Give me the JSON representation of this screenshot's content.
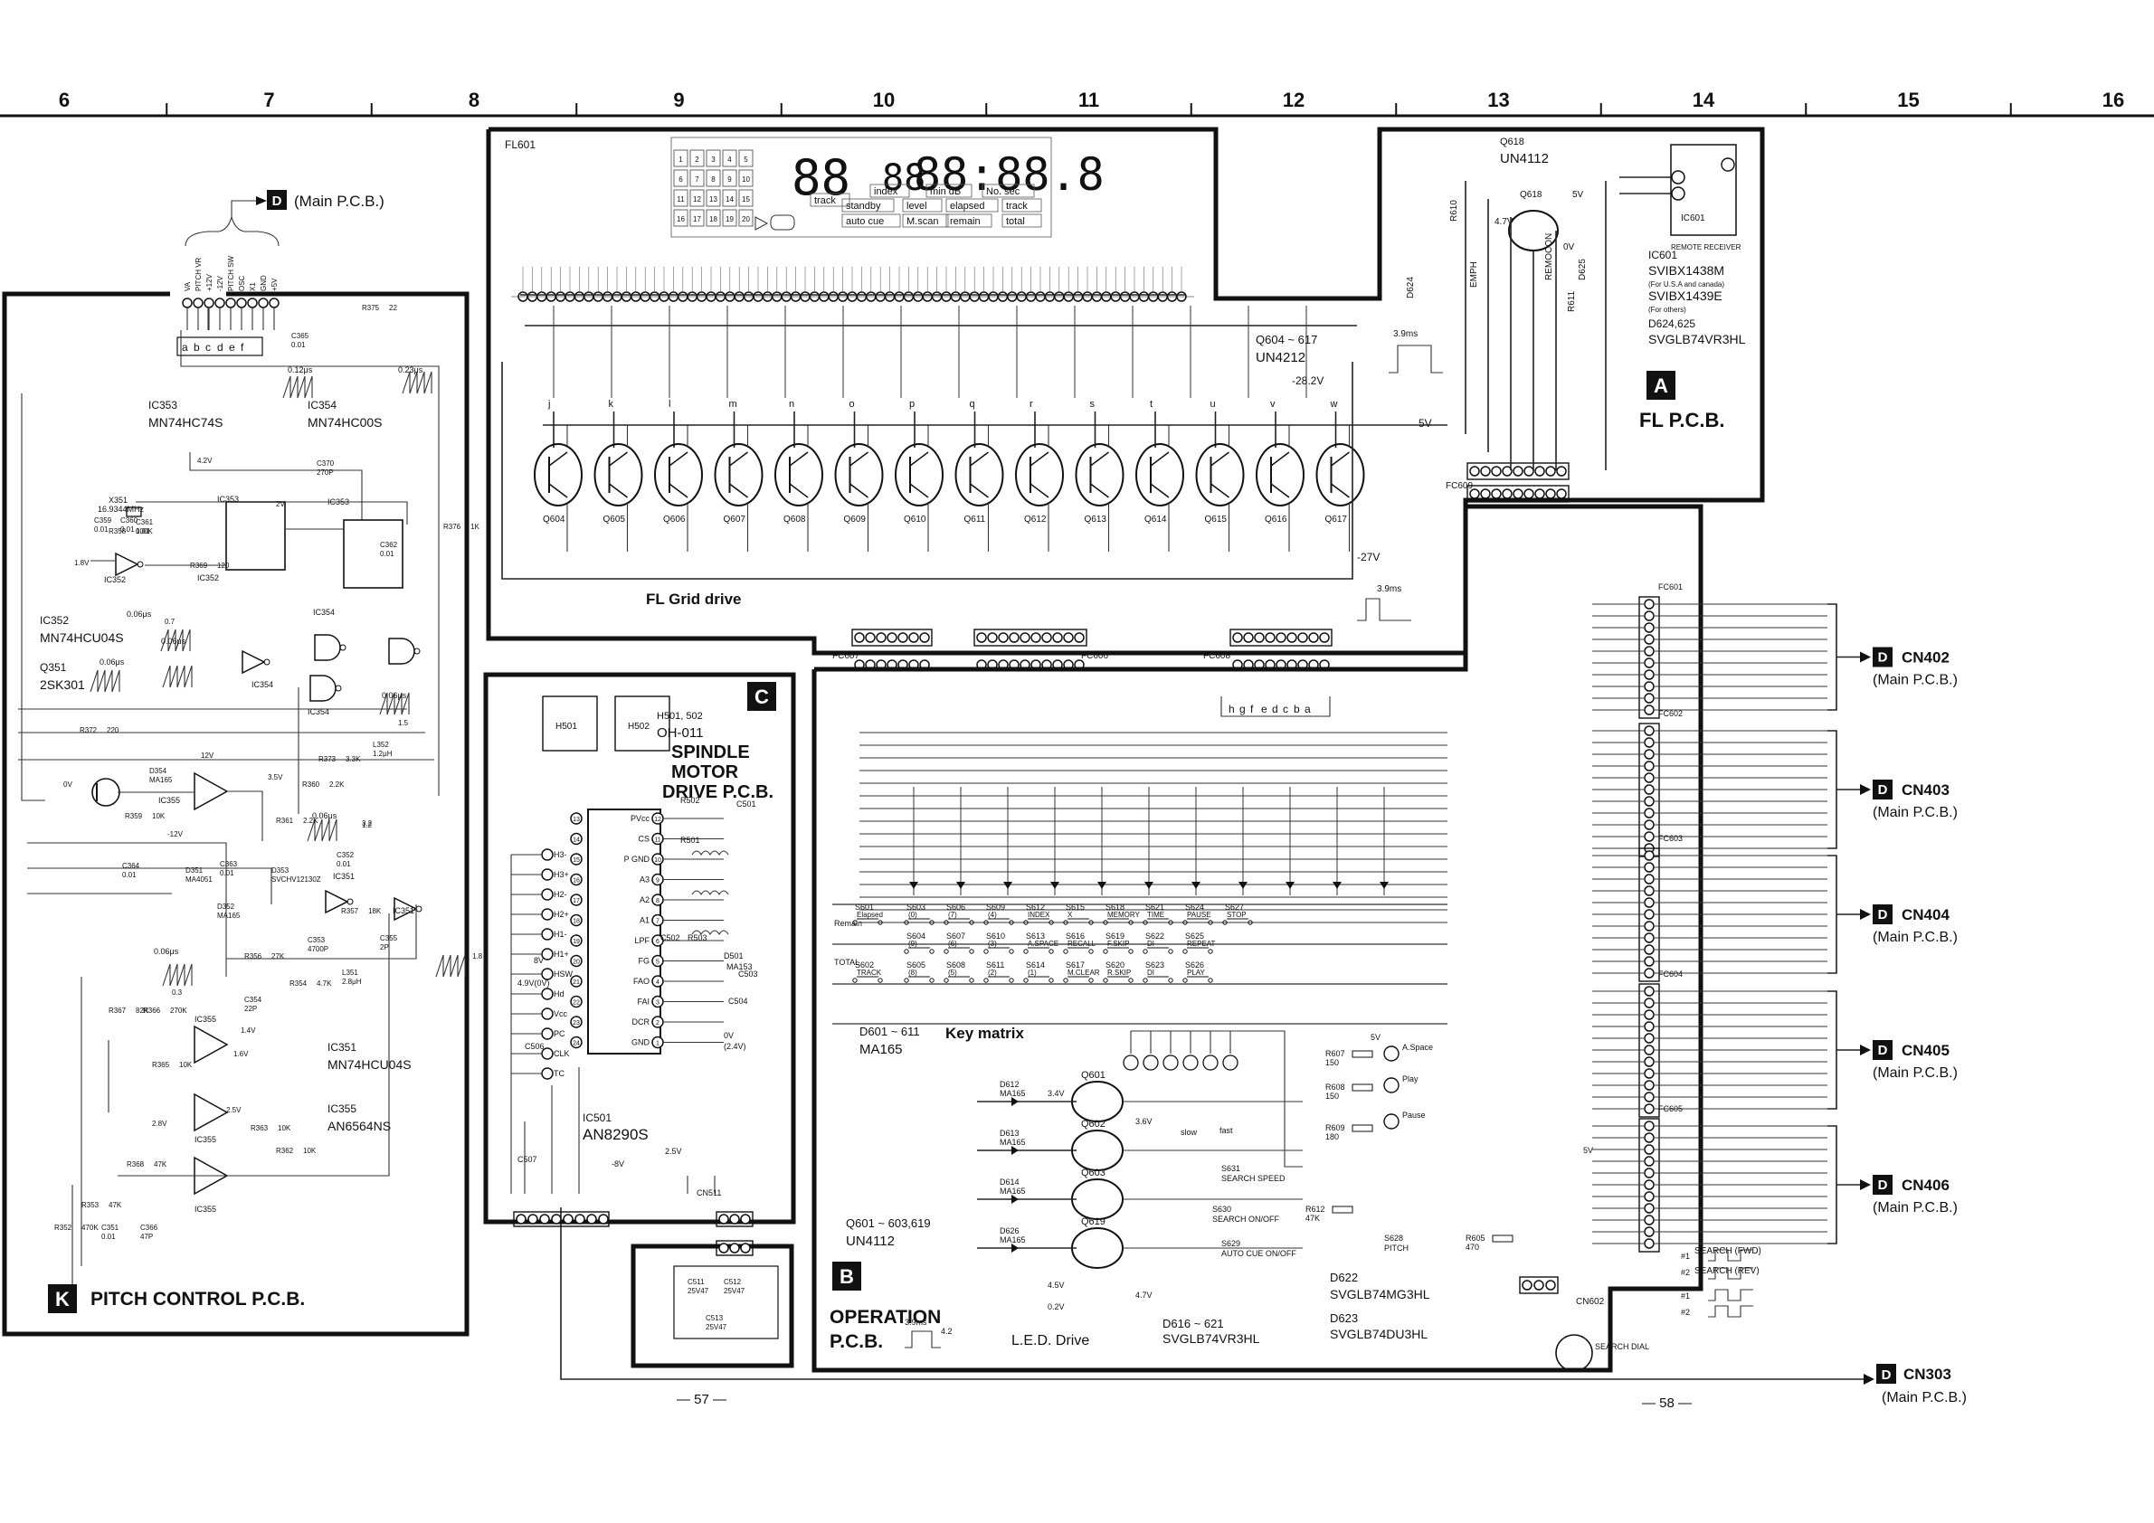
{
  "grid_columns": [
    "6",
    "7",
    "8",
    "9",
    "10",
    "11",
    "12",
    "13",
    "14",
    "15",
    "16"
  ],
  "boards": {
    "fl": {
      "letter": "A",
      "title": "FL P.C.B."
    },
    "operation": {
      "letter": "B",
      "title_line1": "OPERATION",
      "title_line2": "P.C.B."
    },
    "spindle": {
      "letter": "C",
      "title_line1": "SPINDLE",
      "title_line2": "MOTOR",
      "title_line3": "DRIVE P.C.B."
    },
    "main_ref": {
      "letter": "D",
      "title": "(Main P.C.B.)"
    },
    "pitch": {
      "letter": "K",
      "title": "PITCH CONTROL P.C.B."
    }
  },
  "fl_display": {
    "label": "FL601",
    "segment_digits": [
      "88",
      "88",
      "88:88.8"
    ],
    "tile_numbers": [
      "1",
      "2",
      "3",
      "4",
      "5",
      "6",
      "7",
      "8",
      "9",
      "10",
      "11",
      "12",
      "13",
      "14",
      "15",
      "16",
      "17",
      "18",
      "19",
      "20"
    ],
    "indicators": [
      "track",
      "index",
      "min dB",
      "No. sec",
      "standby",
      "level",
      "elapsed",
      "track",
      "auto cue",
      "M.scan",
      "remain",
      "total"
    ]
  },
  "fl_section": {
    "grid_drive_title": "FL Grid drive",
    "transistor_range": "Q604 ~ 617",
    "transistor_part": "UN4212",
    "transistors": [
      "Q604",
      "Q605",
      "Q606",
      "Q607",
      "Q608",
      "Q609",
      "Q610",
      "Q611",
      "Q612",
      "Q613",
      "Q614",
      "Q615",
      "Q616",
      "Q617"
    ],
    "grid_letters": [
      "j",
      "k",
      "l",
      "m",
      "n",
      "o",
      "p",
      "q",
      "r",
      "s",
      "t",
      "u",
      "v",
      "w"
    ],
    "voltage_neg28": "-28.2V",
    "voltage_neg27": "-27V",
    "voltage_5v": "5V",
    "waveform_time": "3.9ms",
    "connectors": [
      "FC607",
      "FC606",
      "FC608",
      "FC609"
    ],
    "bottom_letters": [
      "h",
      "g",
      "f",
      "e",
      "d",
      "c",
      "b",
      "a"
    ]
  },
  "remote": {
    "q618_label": "Q618",
    "q618_part": "UN4112",
    "ic601": "IC601",
    "remote_receiver": "REMOTE RECEIVER",
    "parts": [
      "IC601",
      "SVIBX1438M",
      "(For U.S.A and canada)",
      "SVIBX1439E",
      "(For others)",
      "D624,625",
      "SVGLB74VR3HL"
    ],
    "d624": "D624",
    "emph": "EMPH",
    "remocon": "REMOCON",
    "d625": "D625",
    "r610": "R610",
    "r611": "R611",
    "v47": "4.7V",
    "v5": "5V",
    "v0": "0V"
  },
  "connectors_right": [
    {
      "fc": "FC601",
      "cn": "CN402",
      "sub": "(Main P.C.B.)"
    },
    {
      "fc": "FC602",
      "cn": "CN403",
      "sub": "(Main P.C.B.)"
    },
    {
      "fc": "FC603",
      "cn": "CN404",
      "sub": "(Main P.C.B.)"
    },
    {
      "fc": "FC604",
      "cn": "CN405",
      "sub": "(Main P.C.B.)"
    },
    {
      "fc": "FC605",
      "cn": "CN406",
      "sub": "(Main P.C.B.)"
    }
  ],
  "cn303": {
    "cn": "CN303",
    "sub": "(Main P.C.B.)"
  },
  "operation": {
    "key_matrix_title": "Key matrix",
    "diode_part_range": "D601 ~ 611",
    "diode_part": "MA165",
    "keys": [
      {
        "ref": "S601",
        "name": "Elapsed"
      },
      {
        "ref": "S602",
        "name": "TRACK"
      },
      {
        "ref": "S603",
        "name": "(0)"
      },
      {
        "ref": "S604",
        "name": "(9)"
      },
      {
        "ref": "S605",
        "name": "(8)"
      },
      {
        "ref": "S606",
        "name": "(7)"
      },
      {
        "ref": "S607",
        "name": "(6)"
      },
      {
        "ref": "S608",
        "name": "(5)"
      },
      {
        "ref": "S609",
        "name": "(4)"
      },
      {
        "ref": "S610",
        "name": "(3)"
      },
      {
        "ref": "S611",
        "name": "(2)"
      },
      {
        "ref": "S612",
        "name": "INDEX"
      },
      {
        "ref": "S613",
        "name": "A.SPACE"
      },
      {
        "ref": "S614",
        "name": "(1)"
      },
      {
        "ref": "S615",
        "name": "X"
      },
      {
        "ref": "S616",
        "name": "RECALL"
      },
      {
        "ref": "S617",
        "name": "M.CLEAR"
      },
      {
        "ref": "S618",
        "name": "MEMORY"
      },
      {
        "ref": "S619",
        "name": "F.SKIP"
      },
      {
        "ref": "S620",
        "name": "R.SKIP"
      },
      {
        "ref": "S621",
        "name": "TIME"
      },
      {
        "ref": "S622",
        "name": "DI"
      },
      {
        "ref": "S623",
        "name": "DI"
      },
      {
        "ref": "S624",
        "name": "PAUSE"
      },
      {
        "ref": "S625",
        "name": "REPEAT"
      },
      {
        "ref": "S626",
        "name": "PLAY"
      },
      {
        "ref": "S627",
        "name": "STOP"
      }
    ],
    "remain_label": "Remain",
    "total_label": "TOTAL",
    "led_drive_title": "L.E.D. Drive",
    "led_transistors": [
      "Q601",
      "Q602",
      "Q603",
      "Q619"
    ],
    "led_diodes": [
      {
        "ref": "D612",
        "part": "MA165"
      },
      {
        "ref": "D613",
        "part": "MA165"
      },
      {
        "ref": "D614",
        "part": "MA165"
      },
      {
        "ref": "D626",
        "part": "MA165"
      }
    ],
    "led_voltages": [
      "3.4V",
      "3.6V",
      "4.5V",
      "4.7V",
      "0.2V"
    ],
    "q_part_range": "Q601 ~ 603,619",
    "q_part": "UN4112",
    "led_diode_range": "D616 ~ 621",
    "led_diode_part": "SVGLB74VR3HL",
    "d622": "D622",
    "d622_part": "SVGLB74MG3HL",
    "d623": "D623",
    "d623_part": "SVGLB74DU3HL",
    "d621": "A.Space",
    "d622_name": "Play",
    "d623_name": "Pause",
    "switches": [
      {
        "ref": "S631",
        "name": "SEARCH SPEED"
      },
      {
        "ref": "S630",
        "name": "SEARCH ON/OFF"
      },
      {
        "ref": "S629",
        "name": "AUTO CUE ON/OFF"
      },
      {
        "ref": "S628",
        "name": "PITCH"
      }
    ],
    "slow": "slow",
    "fast": "fast",
    "resistors": [
      "R607",
      "R608",
      "R609",
      "R612",
      "R605"
    ],
    "r_values": [
      "150",
      "150",
      "180",
      "47K",
      "470"
    ],
    "cn602": "CN602",
    "search_dial": "SEARCH DIAL",
    "search_fwd": "SEARCH (FWD)",
    "search_rev": "SEARCH (REV)",
    "ch1": "#1",
    "ch2": "#2",
    "wave_time": "3.9ms",
    "wave_level": "4.2",
    "v5": "5V"
  },
  "spindle": {
    "h501_502": "H501, 502",
    "hall_part": "OH-011",
    "h501": "H501",
    "h502": "H502",
    "ic501": "IC501",
    "ic501_part": "AN8290S",
    "ic_pins": [
      {
        "n": "13",
        "name": "PVcc",
        "r": "12"
      },
      {
        "n": "14",
        "name": "CS",
        "r": "11"
      },
      {
        "n": "15",
        "name": "P GND",
        "r": "10"
      },
      {
        "n": "16",
        "name": "A3",
        "r": "9"
      },
      {
        "n": "17",
        "name": "A2",
        "r": "8"
      },
      {
        "n": "18",
        "name": "A1",
        "r": "7"
      },
      {
        "n": "19",
        "name": "LPF",
        "r": "6"
      },
      {
        "n": "20",
        "name": "FG",
        "r": "5"
      },
      {
        "n": "21",
        "name": "FAO",
        "r": "4"
      },
      {
        "n": "22",
        "name": "FAI",
        "r": "3"
      },
      {
        "n": "23",
        "name": "DCR",
        "r": "2"
      },
      {
        "n": "24",
        "name": "GND",
        "r": "1"
      }
    ],
    "left_pins": [
      "H3-",
      "H3+",
      "H2-",
      "H2+",
      "H1-",
      "H1+",
      "HSW",
      "Hd",
      "Vcc",
      "PC",
      "CLK",
      "TC"
    ],
    "cn511": "CN511",
    "caps": [
      "C511",
      "C512",
      "C513"
    ],
    "cap_values": [
      "25V47",
      "25V47",
      "25V47"
    ],
    "parts": [
      "R502",
      "R501",
      "R503",
      "C501",
      "C502",
      "C503",
      "C504",
      "C506",
      "C507",
      "D501",
      "MA153"
    ],
    "v_labels": [
      "8V",
      "4.9V(0V)",
      "-8V",
      "2.5V",
      "0V",
      "(2.4V)"
    ]
  },
  "pitch": {
    "main_ref_label": "(Main P.C.B.)",
    "pin_labels": [
      "VA",
      "PITCH VR",
      "+12V",
      "-12V",
      "PITCH SW",
      "OSC",
      "X1",
      "GND",
      "+5V"
    ],
    "pin_letters": [
      "a",
      "b",
      "c",
      "d",
      "e",
      "f"
    ],
    "ic_list": [
      {
        "ref": "IC353",
        "part": "MN74HC74S"
      },
      {
        "ref": "IC354",
        "part": "MN74HC00S"
      },
      {
        "ref": "IC352",
        "part": "MN74HCU04S"
      },
      {
        "ref": "Q351",
        "part": "2SK301"
      },
      {
        "ref": "IC351",
        "part": "MN74HCU04S"
      },
      {
        "ref": "IC355",
        "part": "AN6564NS"
      }
    ],
    "x351": "X351",
    "x351_freq": "16.9344MHz",
    "resistors": [
      "R375",
      "R358",
      "R359",
      "R360",
      "R361",
      "R365",
      "R366",
      "R367",
      "R368",
      "R369",
      "R372",
      "R373",
      "R354",
      "R356",
      "R357",
      "R362",
      "R363",
      "R353",
      "R352",
      "R376"
    ],
    "r_values": [
      "22",
      "100K",
      "10K",
      "2.2K",
      "2.2K",
      "10K",
      "270K",
      "82K",
      "47K",
      "120",
      "220",
      "3.3K",
      "4.7K",
      "27K",
      "18K",
      "10K",
      "10K",
      "47K",
      "470K",
      "1K"
    ],
    "caps": [
      "C365",
      "C370",
      "C359",
      "C360",
      "C361",
      "C362",
      "C363",
      "C364",
      "C366",
      "C351",
      "C352",
      "C353",
      "C354",
      "C355"
    ],
    "cap_values": [
      "0.01",
      "270P",
      "0.01",
      "0.01",
      "0.01",
      "0.01",
      "0.01",
      "0.01",
      "47P",
      "0.01",
      "0.01",
      "4700P",
      "22P",
      "2P"
    ],
    "inductors": [
      "L352",
      "L351"
    ],
    "inductor_values": [
      "1.2μH",
      "2.8μH"
    ],
    "diodes": [
      "D354",
      "D351",
      "D352",
      "D353"
    ],
    "diode_parts": [
      "MA165",
      "MA4051",
      "MA165",
      "SVCHV12130Z"
    ],
    "voltages": [
      "4.2V",
      "1.8V",
      "2.8V",
      "0V",
      "3.5V",
      "12V",
      "-12V",
      "1.4V",
      "1.6V",
      "1.2",
      "1.8",
      "0.7",
      "1.5",
      "0.3",
      "2.5V",
      "2V",
      "3.2"
    ],
    "timings": [
      "0.12μs",
      "0.23μs",
      "0.06μs",
      "0.06μs",
      "0.06μs",
      "0.06μs",
      "0.06μs",
      "0.06μs"
    ]
  },
  "page_numbers": {
    "left": "— 57 —",
    "right": "— 58 —"
  }
}
